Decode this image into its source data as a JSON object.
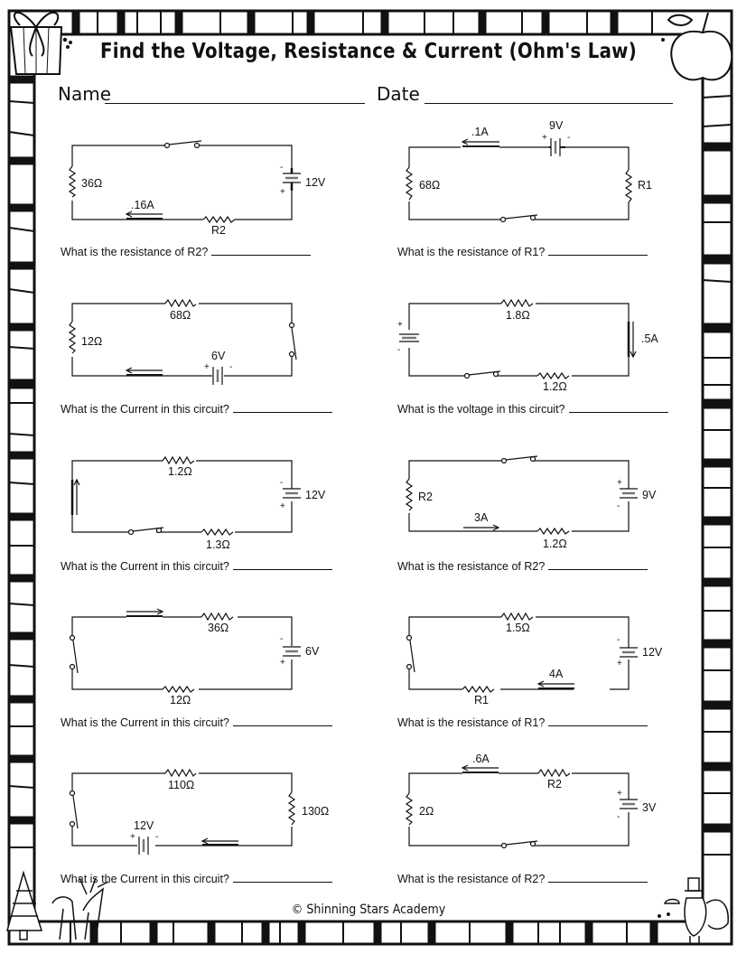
{
  "page": {
    "title": "Find the Voltage, Resistance & Current (Ohm's Law)",
    "name_label": "Name",
    "date_label": "Date",
    "footer": "© Shinning Stars Academy"
  },
  "circuits": [
    {
      "id": 1,
      "labels": {
        "left_resistor": "36Ω",
        "bottom_resistor": "R2",
        "current": ".16A",
        "battery": "12V",
        "batt_top": "-",
        "batt_bottom": "+"
      },
      "question": "What is the resistance of R2?"
    },
    {
      "id": 2,
      "labels": {
        "left_resistor": "68Ω",
        "right_resistor": "R1",
        "current": ".1A",
        "battery": "9V",
        "batt_left": "+",
        "batt_right": "-"
      },
      "question": "What is the resistance of R1?"
    },
    {
      "id": 3,
      "labels": {
        "top_resistor": "68Ω",
        "left_resistor": "12Ω",
        "battery": "6V",
        "batt_left": "+",
        "batt_right": "-"
      },
      "question": "What is the Current in this circuit?"
    },
    {
      "id": 4,
      "labels": {
        "top_resistor": "1.8Ω",
        "bottom_resistor": "1.2Ω",
        "current": ".5A",
        "batt_top": "+",
        "batt_bottom": "-"
      },
      "question": "What is the voltage in this circuit?"
    },
    {
      "id": 5,
      "labels": {
        "top_resistor": "1.2Ω",
        "bottom_resistor": "1.3Ω",
        "battery": "12V",
        "batt_top": "-",
        "batt_bottom": "+"
      },
      "question": "What is the Current in this circuit?"
    },
    {
      "id": 6,
      "labels": {
        "left_resistor": "R2",
        "bottom_resistor": "1.2Ω",
        "current": "3A",
        "battery": "9V",
        "batt_top": "+",
        "batt_bottom": "-"
      },
      "question": "What is the resistance of R2?"
    },
    {
      "id": 7,
      "labels": {
        "top_resistor": "36Ω",
        "bottom_resistor": "12Ω",
        "battery": "6V",
        "batt_top": "-",
        "batt_bottom": "+"
      },
      "question": "What is the Current in this circuit?"
    },
    {
      "id": 8,
      "labels": {
        "top_resistor": "1.5Ω",
        "bottom_resistor": "R1",
        "current": "4A",
        "battery": "12V",
        "batt_top": "-",
        "batt_bottom": "+"
      },
      "question": "What is the resistance of R1?"
    },
    {
      "id": 9,
      "labels": {
        "top_resistor": "110Ω",
        "right_resistor": "130Ω",
        "battery": "12V",
        "batt_left": "+",
        "batt_right": "-"
      },
      "question": "What is the Current in this circuit?"
    },
    {
      "id": 10,
      "labels": {
        "left_resistor": "2Ω",
        "top_resistor": "R2",
        "current": ".6A",
        "battery": "3V",
        "batt_top": "+",
        "batt_bottom": "-"
      },
      "question": "What is the resistance of R2?"
    }
  ]
}
